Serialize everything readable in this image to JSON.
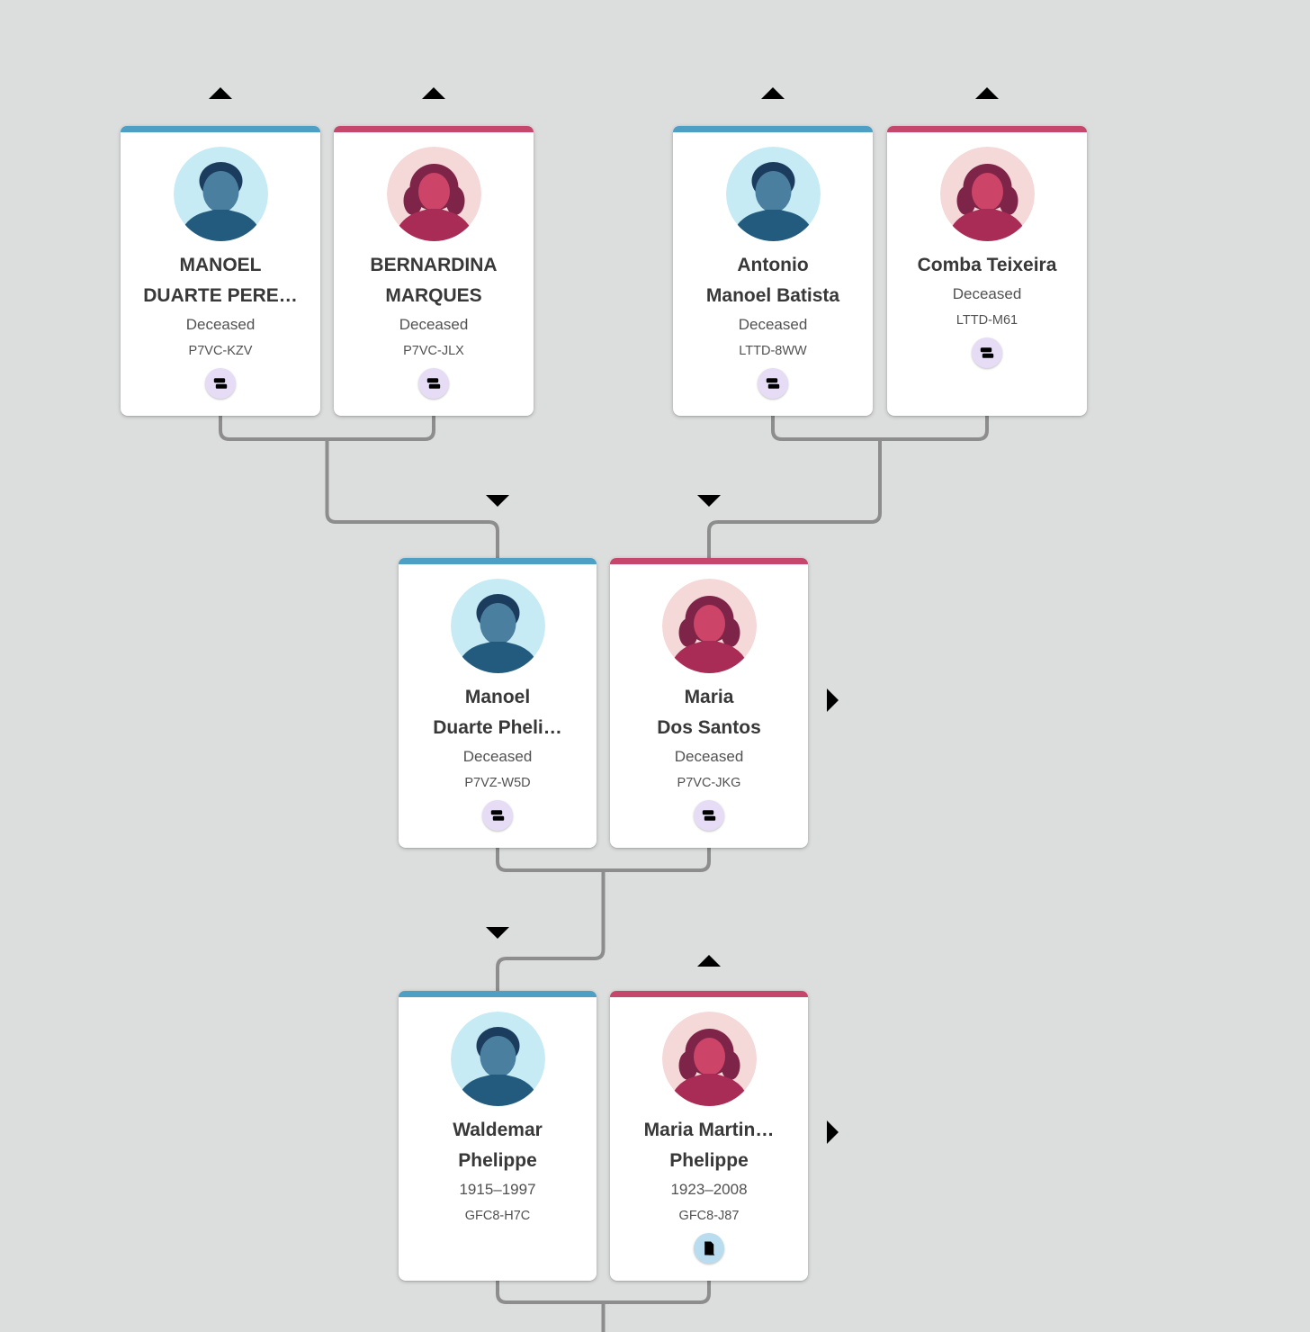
{
  "app": "family-tree-pedigree-view",
  "colors": {
    "background": "#dcdddd",
    "card_bg": "#ffffff",
    "male_bar": "#4d9fc4",
    "female_bar": "#c5476b",
    "male_avatar_bg": "#c6ebf5",
    "female_avatar_bg": "#f5d8d8",
    "connector": "#8d8d8d",
    "chevron": "#2a6d94",
    "plus_icon": "#2878a8",
    "name_text": "#383838",
    "meta_text": "#515151",
    "dna_badge_bg": "#e7dcf5",
    "dna_badge_glyph": "#6b21a8",
    "record_badge_bg": "#b9ddee",
    "record_badge_glyph": "#1d4a6e"
  },
  "icons": {
    "add-person-icon": "+",
    "chevron-up-icon": "^",
    "chevron-down-icon": "v",
    "chevron-right-icon": ">",
    "dna-match-icon": "signpost-glyph",
    "record-hint-icon": "document-person-glyph"
  },
  "cards": [
    {
      "name_line1": "MANOEL",
      "name_line2": "DUARTE PERE…",
      "lifespan": "Deceased",
      "pid": "P7VC-KZV",
      "sex": "male",
      "badge": "dna"
    },
    {
      "name_line1": "BERNARDINA",
      "name_line2": "MARQUES",
      "lifespan": "Deceased",
      "pid": "P7VC-JLX",
      "sex": "female",
      "badge": "dna"
    },
    {
      "name_line1": "Antonio",
      "name_line2": "Manoel Batista",
      "lifespan": "Deceased",
      "pid": "LTTD-8WW",
      "sex": "male",
      "badge": "dna"
    },
    {
      "name_line1": "Comba Teixeira",
      "lifespan": "Deceased",
      "pid": "LTTD-M61",
      "sex": "female",
      "badge": "dna"
    },
    {
      "name_line1": "Manoel",
      "name_line2": "Duarte Pheli…",
      "lifespan": "Deceased",
      "pid": "P7VZ-W5D",
      "sex": "male",
      "badge": "dna"
    },
    {
      "name_line1": "Maria",
      "name_line2": "Dos Santos",
      "lifespan": "Deceased",
      "pid": "P7VC-JKG",
      "sex": "female",
      "badge": "dna"
    },
    {
      "name_line1": "Waldemar",
      "name_line2": "Phelippe",
      "lifespan": "1915–1997",
      "pid": "GFC8-H7C",
      "sex": "male",
      "badge": "none"
    },
    {
      "name_line1": "Maria Martin…",
      "name_line2": "Phelippe",
      "lifespan": "1923–2008",
      "pid": "GFC8-J87",
      "sex": "female",
      "badge": "record"
    }
  ]
}
